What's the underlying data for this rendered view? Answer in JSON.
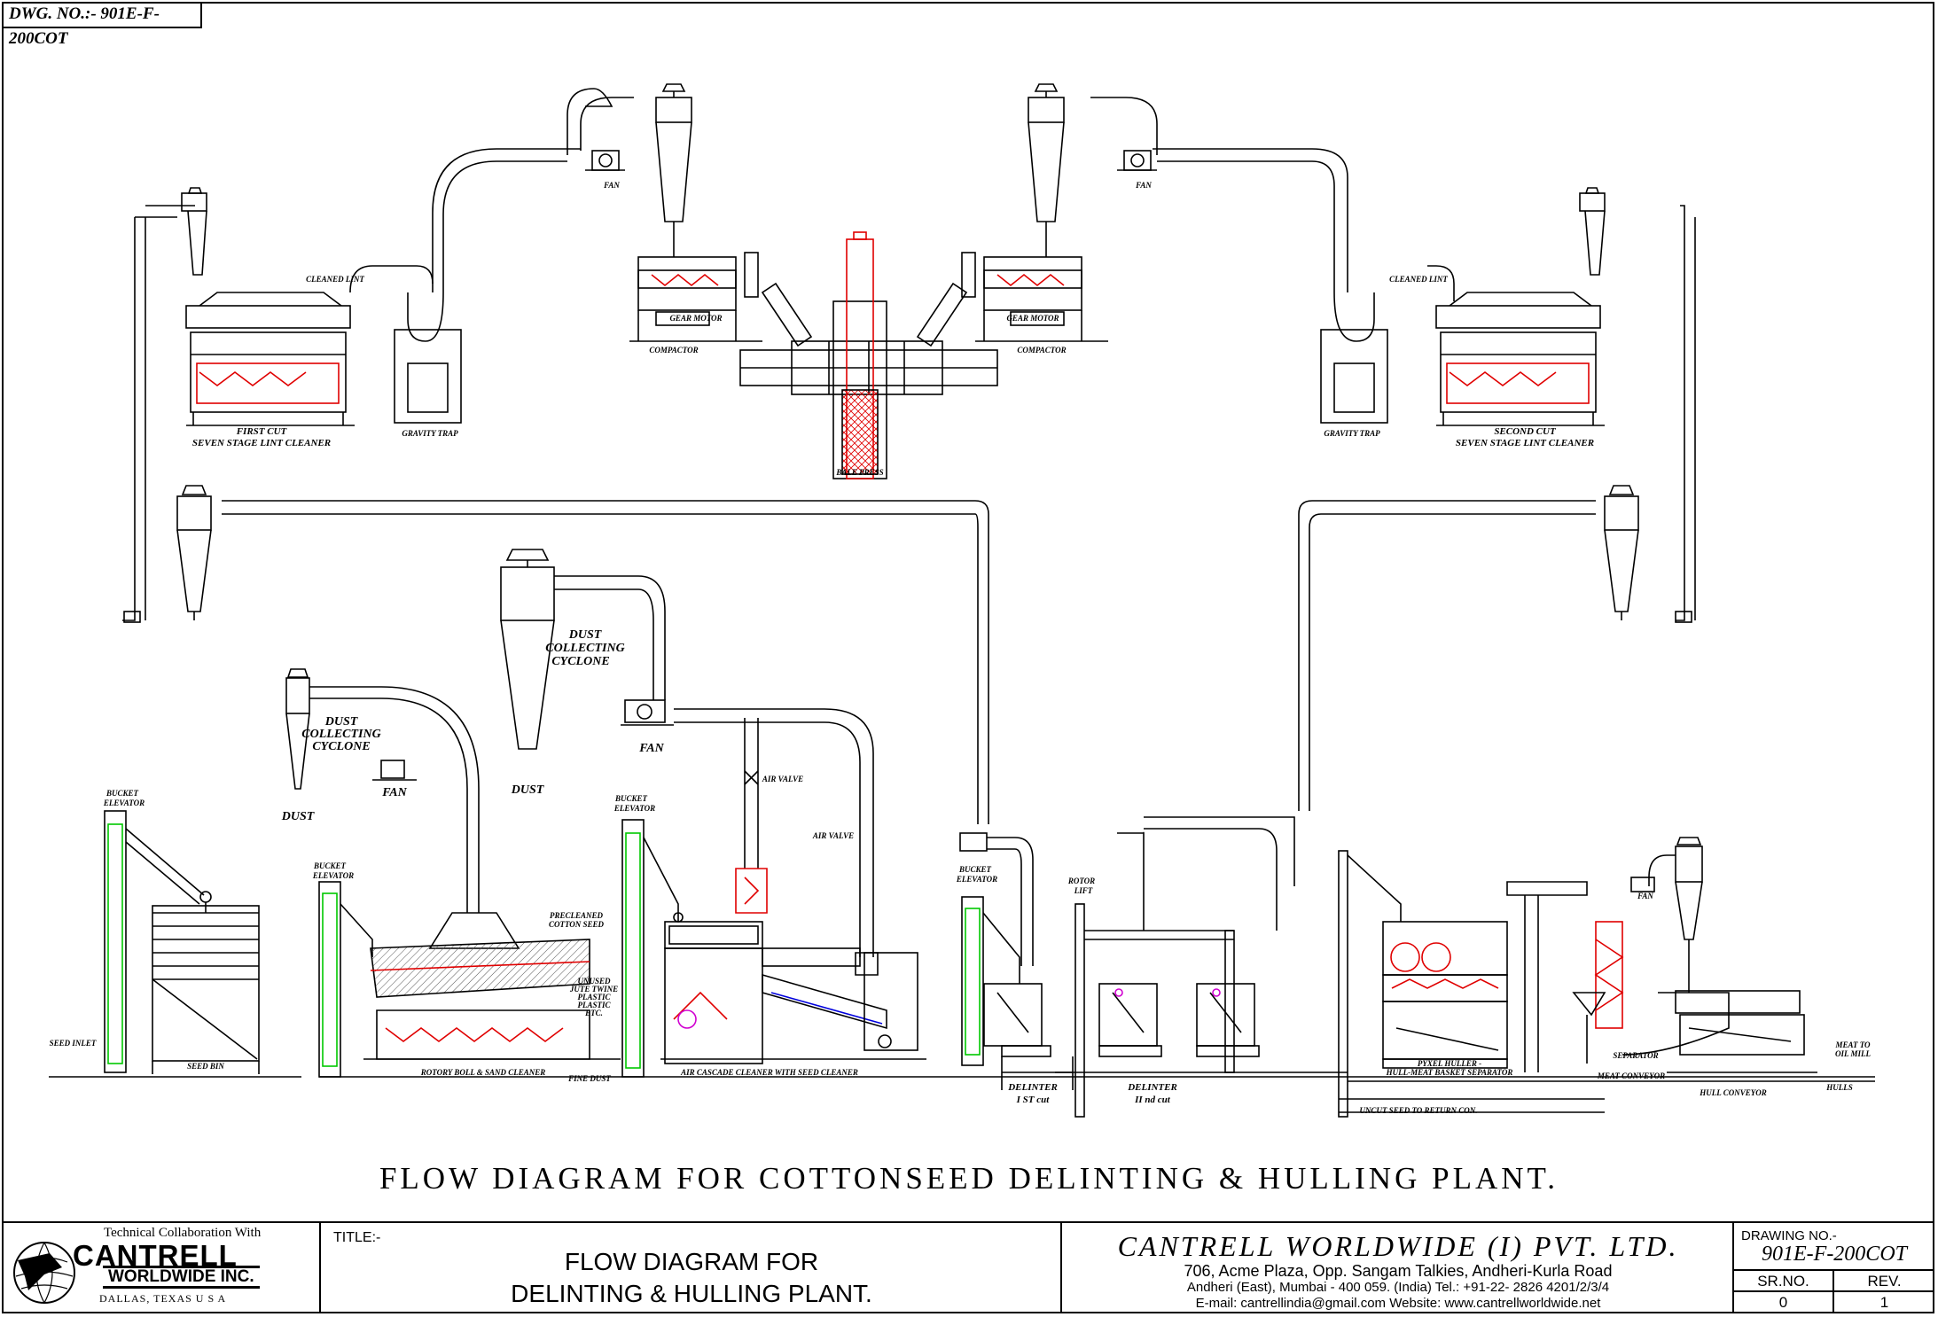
{
  "drawing_tag": "DWG. NO.:- 901E-F-200COT",
  "main_title": "FLOW DIAGRAM FOR COTTONSEED DELINTING & HULLING PLANT.",
  "labels": {
    "fan_left": "FAN",
    "fan_right": "FAN",
    "compactor_left": "COMPACTOR",
    "compactor_right": "COMPACTOR",
    "gear_motor_left": "GEAR MOTOR",
    "gear_motor_right": "GEAR MOTOR",
    "bale_press": "BALE PRESS",
    "cleaned_lint_left": "CLEANED LINT",
    "cleaned_lint_right": "CLEANED LINT",
    "first_cut_1": "FIRST CUT",
    "first_cut_2": "SEVEN STAGE LINT CLEANER",
    "second_cut_1": "SECOND CUT",
    "second_cut_2": "SEVEN STAGE LINT CLEANER",
    "gravity_trap_left": "GRAVITY TRAP",
    "gravity_trap_right": "GRAVITY TRAP",
    "dust_cyc_small_1": "DUST",
    "dust_cyc_small_2": "COLLECTING",
    "dust_cyc_small_3": "CYCLONE",
    "dust_small": "DUST",
    "fan_small": "FAN",
    "dust_cyc_big_1": "DUST",
    "dust_cyc_big_2": "COLLECTING",
    "dust_cyc_big_3": "CYCLONE",
    "dust_big": "DUST",
    "fan_mid": "FAN",
    "air_valve_1": "AIR VALVE",
    "air_valve_2": "AIR VALVE",
    "bucket_elev_1a": "BUCKET",
    "bucket_elev_1b": "ELEVATOR",
    "bucket_elev_2a": "BUCKET",
    "bucket_elev_2b": "ELEVATOR",
    "bucket_elev_3a": "BUCKET",
    "bucket_elev_3b": "ELEVATOR",
    "bucket_elev_4a": "BUCKET",
    "bucket_elev_4b": "ELEVATOR",
    "seed_inlet": "SEED INLET",
    "seed_bin": "SEED BIN",
    "rotary_cleaner": "ROTORY BOLL & SAND CLEANER",
    "fine_dust": "FINE DUST",
    "precleaned_1": "PRECLEANED",
    "precleaned_2": "COTTON SEED",
    "unused_1": "UNUSED",
    "unused_2": "JUTE TWINE",
    "unused_3": "PLASTIC",
    "unused_4": "PLASTIC",
    "unused_5": "ETC.",
    "air_cascade": "AIR CASCADE CLEANER WITH SEED CLEANER",
    "delinter1_a": "DELINTER",
    "delinter1_b": "I ST cut",
    "rotor_lift_a": "ROTOR",
    "rotor_lift_b": "LIFT",
    "delinter2_a": "DELINTER",
    "delinter2_b": "II nd cut",
    "huller_1": "PYXEL HULLER -",
    "huller_2": "HULL-MEAT BASKET SEPARATOR",
    "uncut_seed": "UNCUT SEED TO RETURN CON.",
    "meat_conveyor": "MEAT CONVEYOR",
    "hull_conveyor": "HULL CONVEYOR",
    "separator": "SEPARATOR",
    "fan_right_low": "FAN",
    "meat_to_1": "MEAT TO",
    "meat_to_2": "OIL MILL",
    "hulls": "HULLS"
  },
  "title_block": {
    "collab": "Technical Collaboration With",
    "brand_line1": "CANTRELL",
    "brand_line2": "WORLDWIDE INC.",
    "brand_line3": "DALLAS, TEXAS  U S A",
    "title_label": "TITLE:-",
    "title_line1": "FLOW DIAGRAM FOR",
    "title_line2": "DELINTING & HULLING PLANT.",
    "company": "CANTRELL WORLDWIDE (I) PVT. LTD.",
    "address1": "706, Acme Plaza, Opp. Sangam Talkies, Andheri-Kurla Road",
    "address2": "Andheri (East), Mumbai - 400 059. (India) Tel.: +91-22- 2826 4201/2/3/4",
    "address3": "E-mail: cantrellindia@gmail.com    Website:    www.cantrellworldwide.net",
    "drawing_no_label": "DRAWING NO.-",
    "drawing_no": "901E-F-200COT",
    "sr_no_label": "SR.NO.",
    "rev_label": "REV.",
    "sr_no": "0",
    "rev": "1"
  },
  "colors": {
    "line": "#000000",
    "process_red": "#e00000",
    "elevator_green": "#00c800",
    "accent_magenta": "#d000d0",
    "accent_blue": "#0000dd"
  }
}
